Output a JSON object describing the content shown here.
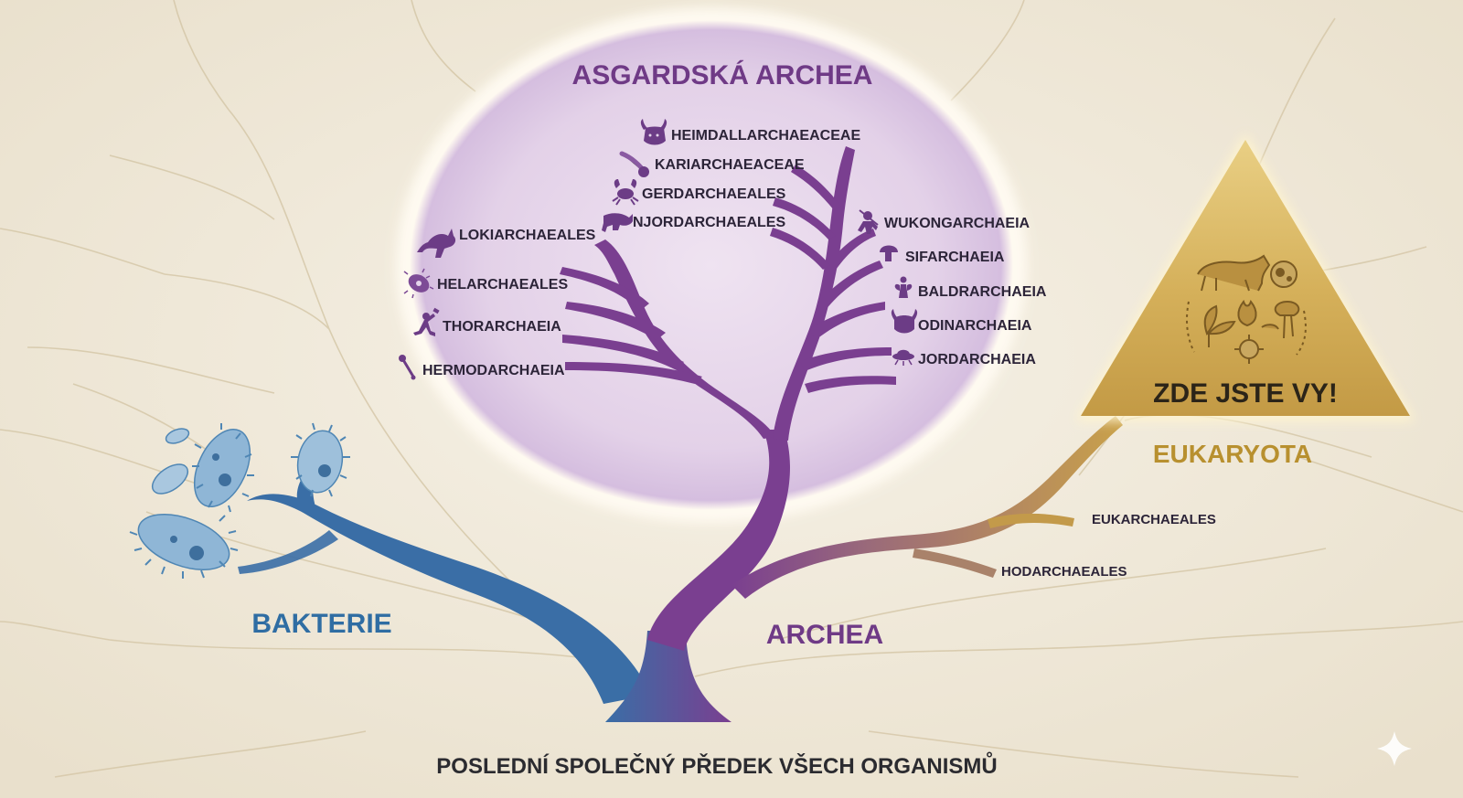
{
  "diagram": {
    "title_asgard": "ASGARDSKÁ ARCHEA",
    "bacteria_label": "BAKTERIE",
    "archaea_label": "ARCHEA",
    "eukaryota_label": "EUKARYOTA",
    "here_label": "ZDE JSTE VY!",
    "root_label": "POSLEDNÍ SPOLEČNÝ PŘEDEK VŠECH ORGANISMŮ",
    "asgard_left_group": {
      "lokiarchaeales": "LOKIARCHAEALES",
      "helarchaeales": "HELARCHAEALES",
      "thorarchaeia": "THORARCHAEIA",
      "hermodarchaeia": "HERMODARCHAEIA"
    },
    "asgard_top_group": {
      "heimdallarchaeaceae": "HEIMDALLARCHAEACEAE",
      "kariarchaeaceae": "KARIARCHAEACEAE",
      "gerdarchaeales": "GERDARCHAEALES",
      "njordarchaeales": "NJORDARCHAEALES"
    },
    "asgard_right_group": {
      "wukongarchaeia": "WUKONGARCHAEIA",
      "sifarchaeia": "SIFARCHAEIA",
      "baldrarchaeia": "BALDRARCHAEIA",
      "odinarchaeia": "ODINARCHAEIA",
      "jordarchaeia": "JORDARCHAEIA"
    },
    "eukaryote_side_group": {
      "eukarchaeales": "EUKARCHAEALES",
      "hodarchaeales": "HODARCHAEALES"
    }
  },
  "colors": {
    "background": "#f1ebdd",
    "bacteria_blue": "#2f6da3",
    "archaea_purple": "#7a3f90",
    "eukaryota_gold": "#c9a14a",
    "asgard_glow": "#d9c3e3"
  },
  "icons": {
    "bacteria": "bacteria-cluster-icon",
    "eukaryota": "eukaryote-collage-icon",
    "lokiarchaeales": "kangaroo-icon",
    "helarchaeales": "microbe-icon",
    "thorarchaeia": "thor-figure-icon",
    "hermodarchaeia": "staff-icon",
    "heimdallarchaeaceae": "horned-helmet-icon",
    "kariarchaeaceae": "comet-icon",
    "gerdarchaeales": "crab-icon",
    "njordarchaeales": "wolf-icon",
    "wukongarchaeia": "monkey-king-icon",
    "sifarchaeia": "mushroom-icon",
    "baldrarchaeia": "winged-figure-icon",
    "odinarchaeia": "odin-helmet-icon",
    "jordarchaeia": "ufo-icon"
  }
}
